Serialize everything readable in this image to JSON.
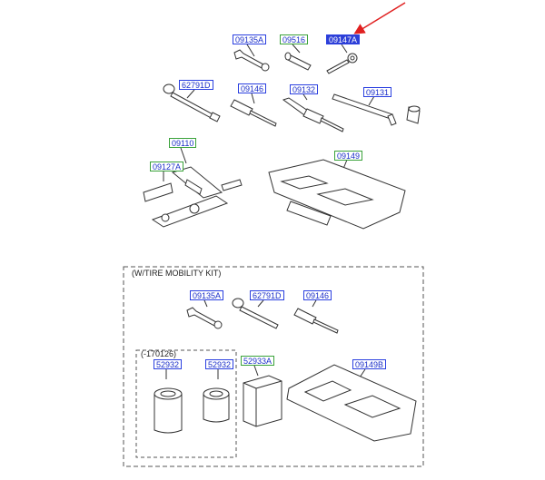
{
  "colors": {
    "blue_box": "#2a3fe0",
    "green_box": "#3aa23a",
    "selected_fill": "#2d3fd6",
    "arrow": "#e02020",
    "line": "#333333"
  },
  "parts_top": [
    {
      "id": "p-09135A",
      "code": "09135A",
      "style": "blue"
    },
    {
      "id": "p-09516",
      "code": "09516",
      "style": "green"
    },
    {
      "id": "p-09147A",
      "code": "09147A",
      "style": "selected"
    },
    {
      "id": "p-62791D",
      "code": "62791D",
      "style": "blue"
    },
    {
      "id": "p-09146",
      "code": "09146",
      "style": "blue"
    },
    {
      "id": "p-09132",
      "code": "09132",
      "style": "blue"
    },
    {
      "id": "p-09131",
      "code": "09131",
      "style": "blue"
    },
    {
      "id": "p-09110",
      "code": "09110",
      "style": "green"
    },
    {
      "id": "p-09127A",
      "code": "09127A",
      "style": "green"
    },
    {
      "id": "p-09149",
      "code": "09149",
      "style": "green"
    }
  ],
  "kit_section": {
    "title": "(W/TIRE MOBILITY KIT)",
    "sub_group_label": "(-170126)",
    "parts": [
      {
        "id": "k-09135A",
        "code": "09135A",
        "style": "blue"
      },
      {
        "id": "k-62791D",
        "code": "62791D",
        "style": "blue"
      },
      {
        "id": "k-09146",
        "code": "09146",
        "style": "blue"
      },
      {
        "id": "k-52932a",
        "code": "52932",
        "style": "blue"
      },
      {
        "id": "k-52932b",
        "code": "52932",
        "style": "blue"
      },
      {
        "id": "k-52933A",
        "code": "52933A",
        "style": "green"
      },
      {
        "id": "k-09149B",
        "code": "09149B",
        "style": "blue"
      }
    ]
  }
}
